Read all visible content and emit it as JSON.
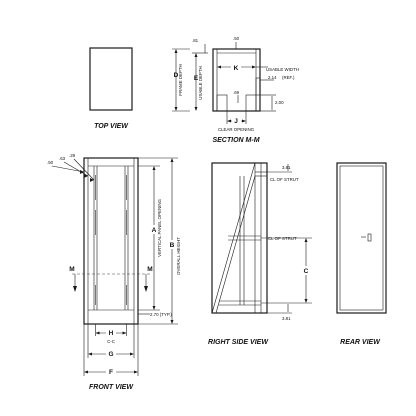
{
  "views": {
    "top": "TOP VIEW",
    "section": "SECTION  M-M",
    "front": "FRONT VIEW",
    "right_side": "RIGHT SIDE VIEW",
    "rear": "REAR VIEW"
  },
  "dimensions": {
    "d": "D",
    "frame_depth": "FRAME DEPTH",
    "e": "E",
    "usable_depth": "USABLE DEPTH",
    "k": "K",
    "usable_width": "USABLE WIDTH",
    "j": "J",
    "clear_opening": "CLEAR OPENING",
    "d_81": ".81",
    "d_50": ".50",
    "d_214": "2.14",
    "ref": "(REF.)",
    "d_69": ".69",
    "d_200": "2.00",
    "d_50b": ".50",
    "d_63": ".63",
    "d_28": ".28",
    "a": "A",
    "vertical_panel_opening": "VERTICAL PANEL OPENING",
    "b": "B",
    "overall_height": "OVERALL HEIGHT",
    "d_270": "2.70 (TYP.)",
    "h": "H",
    "cc": "C-C",
    "g": "G",
    "f": "F",
    "m_left": "M",
    "m_right": "M",
    "d_381_top": "3.81",
    "cl_strut_top": "CL OF STRUT",
    "cl_strut_mid": "CL OF STRUT",
    "c": "C",
    "d_381_bottom": "3.81"
  }
}
